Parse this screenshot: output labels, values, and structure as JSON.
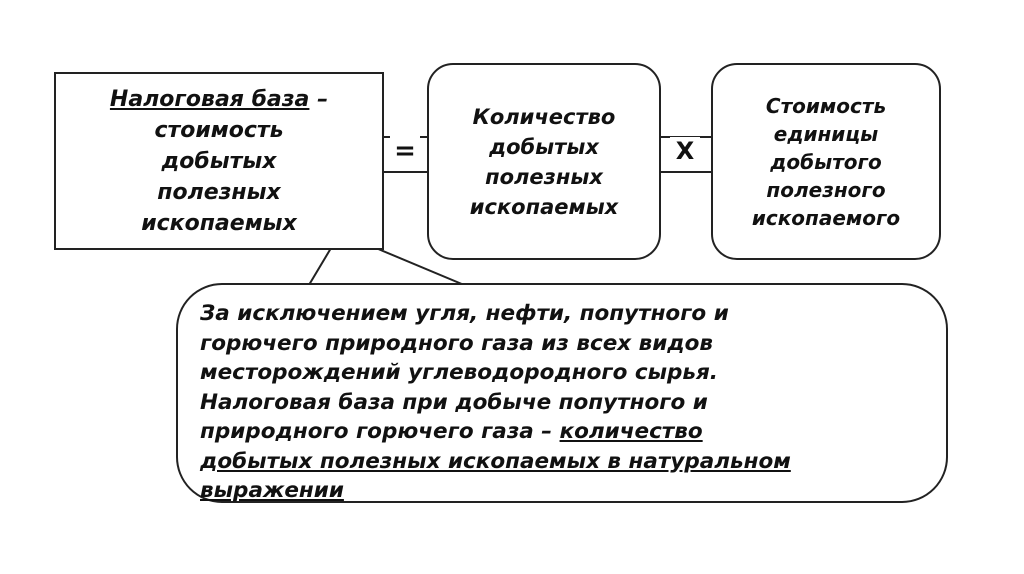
{
  "formula": {
    "base_box": {
      "lines": [
        "Налоговая база –",
        "стоимость",
        "добытых",
        "полезных",
        "ископаемых"
      ],
      "underlined_term": "Налоговая база"
    },
    "equals_sign": "=",
    "quantity_box": {
      "lines": [
        "Количество",
        "добытых",
        "полезных",
        "ископаемых"
      ]
    },
    "multiply_sign": "Х",
    "unit_cost_box": {
      "lines": [
        "Стоимость",
        "единицы",
        "добытого",
        "полезного",
        "ископаемого"
      ]
    }
  },
  "callout": {
    "line1": "За исключением угля, нефти, попутного и",
    "line2": "горючего природного газа из всех видов",
    "line3": "месторождений углеводородного сырья.",
    "line4": "Налоговая база при добыче попутного и",
    "line5_plain": "природного горючего газа – ",
    "line5_underlined": "количество",
    "line6_underlined": "добытых полезных ископаемых в натуральном",
    "line7_underlined": "выражении"
  },
  "colors": {
    "stroke": "#222222",
    "text": "#111111",
    "background": "#ffffff"
  }
}
